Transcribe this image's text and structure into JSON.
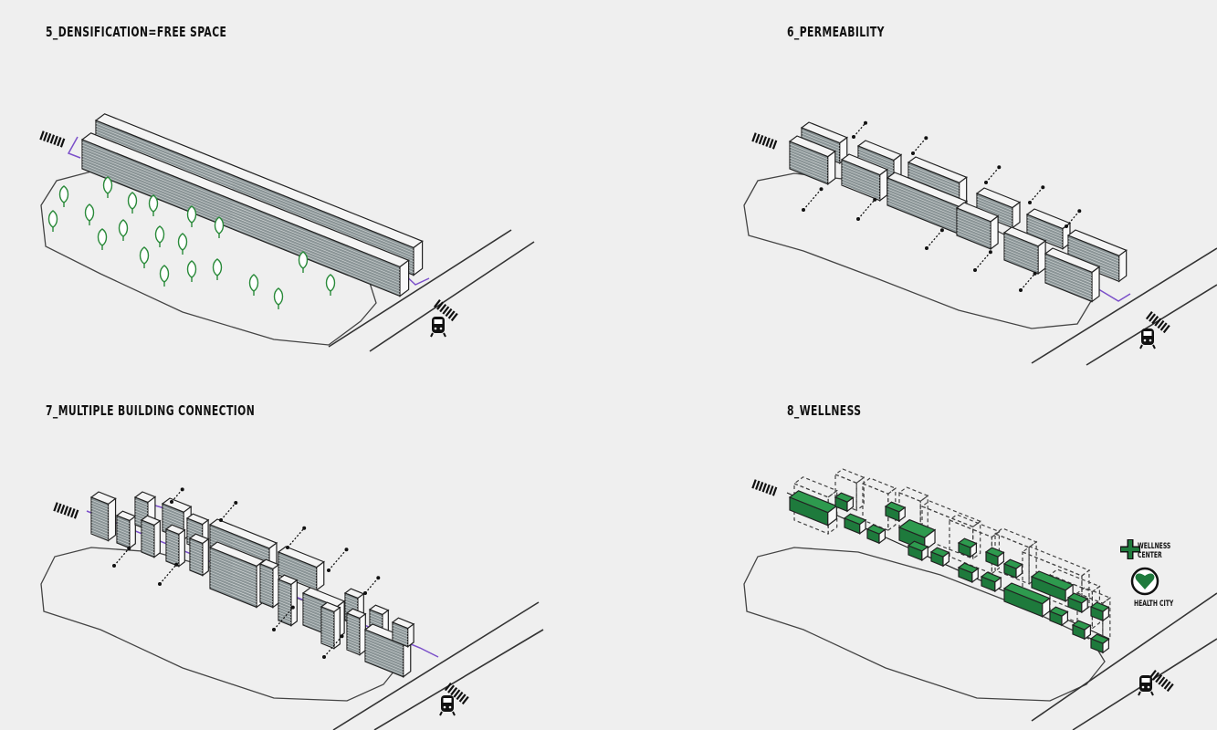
{
  "panels": [
    {
      "title": "5_DENSIFICATION=FREE SPACE"
    },
    {
      "title": "6_PERMEABILITY"
    },
    {
      "title": "7_MULTIPLE BUILDING CONNECTION"
    },
    {
      "title": "8_WELLNESS"
    }
  ],
  "legend": {
    "wellness_center": "WELLNESS CENTER",
    "health_city": "HEALTH CITY"
  },
  "colors": {
    "green": "#1e7a3c",
    "purple": "#7b4fc9",
    "building": "#8a9496",
    "line": "#333333"
  },
  "icons": [
    "train-icon",
    "railway-track-icon",
    "tree-icon",
    "cross-icon",
    "heart-icon",
    "double-arrow-icon"
  ]
}
